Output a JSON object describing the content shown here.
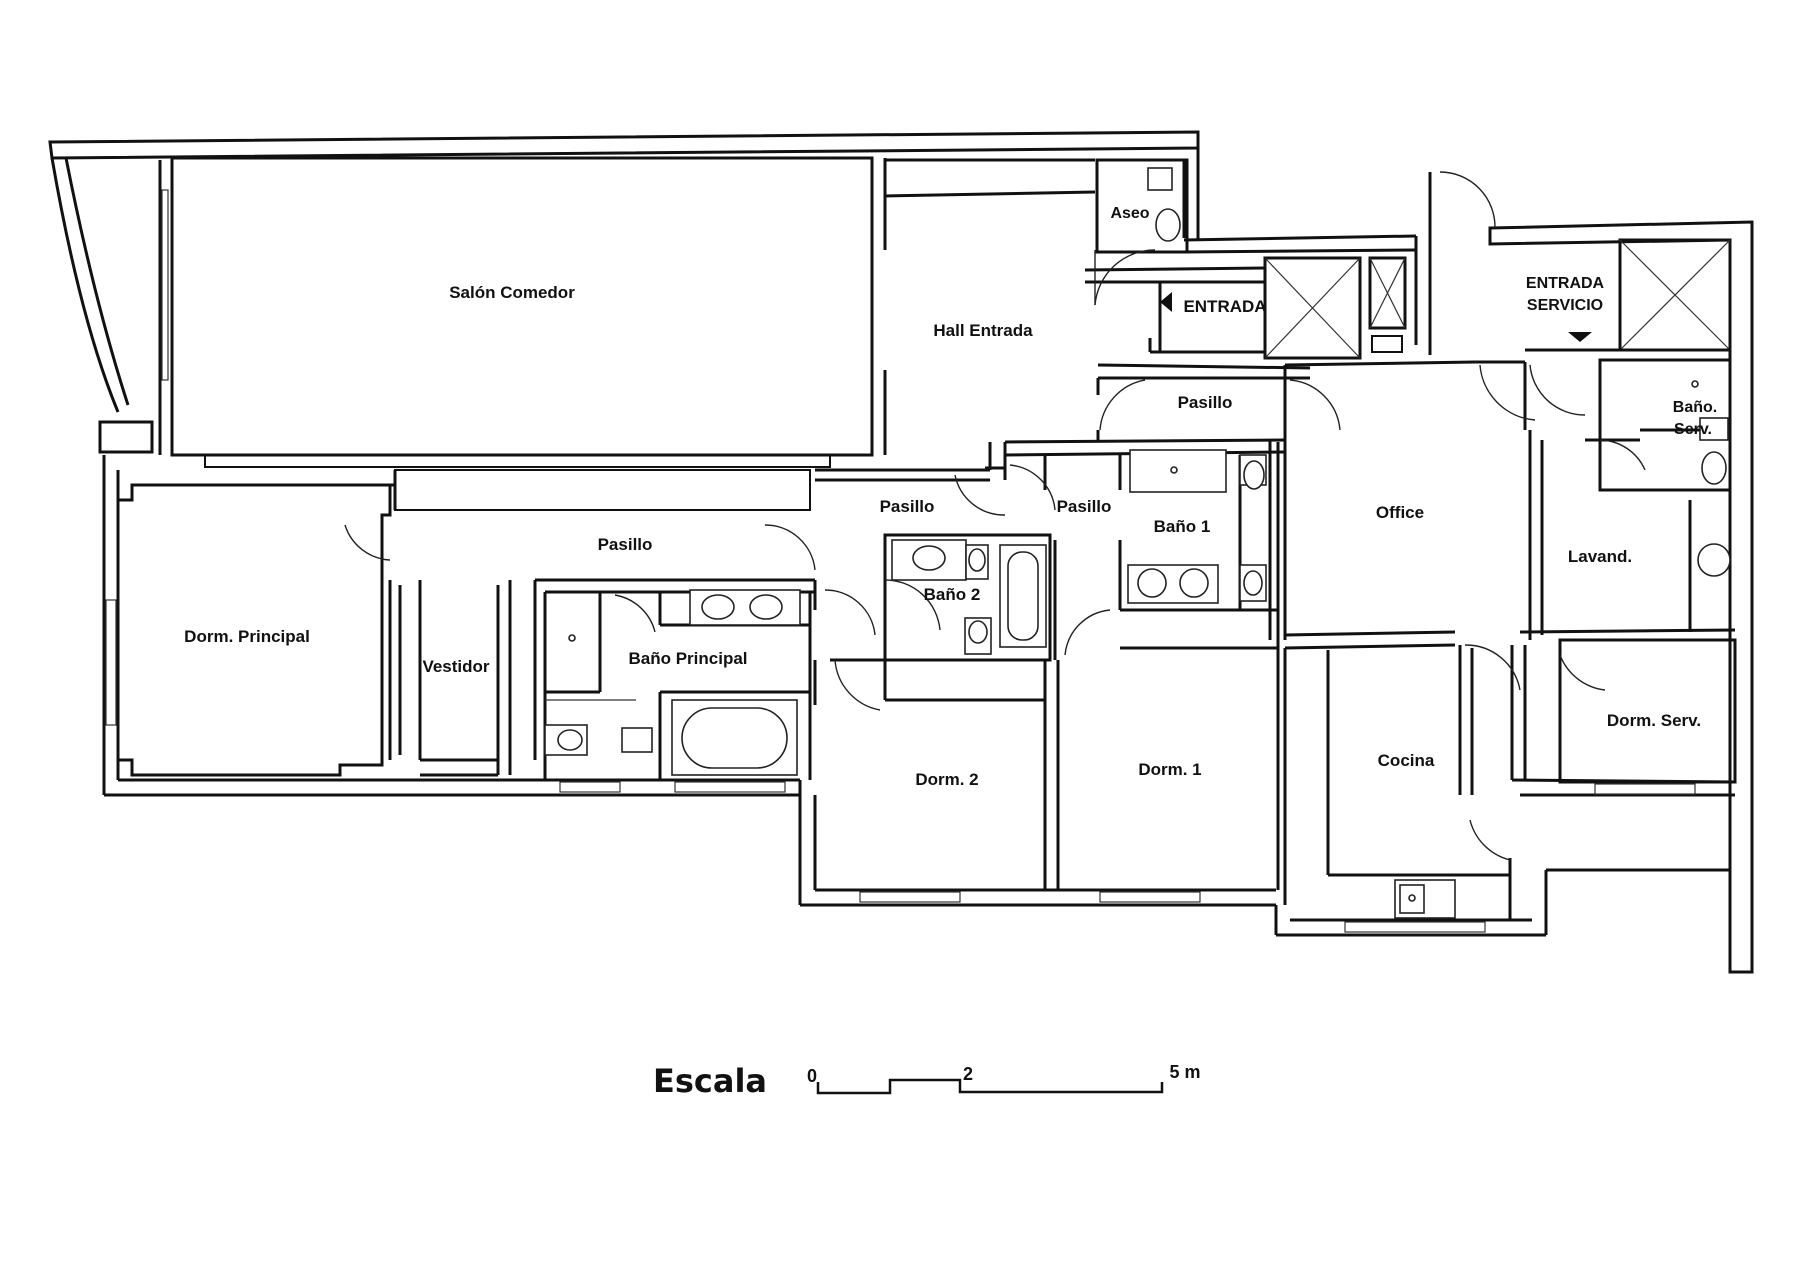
{
  "rooms": {
    "salon": "Salón Comedor",
    "hall": "Hall Entrada",
    "aseo": "Aseo",
    "entrada": "ENTRADA",
    "entrada_servicio_1": "ENTRADA",
    "entrada_servicio_2": "SERVICIO",
    "pasillo_top": "Pasillo",
    "pasillo_center": "Pasillo",
    "pasillo_mid": "Pasillo",
    "pasillo_left": "Pasillo",
    "office": "Office",
    "bano_serv_1": "Baño.",
    "bano_serv_2": "Serv.",
    "lavand": "Lavand.",
    "bano1": "Baño 1",
    "bano2": "Baño 2",
    "dorm_principal": "Dorm. Principal",
    "vestidor": "Vestidor",
    "bano_principal": "Baño Principal",
    "dorm2": "Dorm. 2",
    "dorm1": "Dorm. 1",
    "cocina": "Cocina",
    "dorm_serv": "Dorm. Serv."
  },
  "scale": {
    "title": "Escala",
    "tick0": "0",
    "tick2": "2",
    "tick5": "5 m"
  }
}
